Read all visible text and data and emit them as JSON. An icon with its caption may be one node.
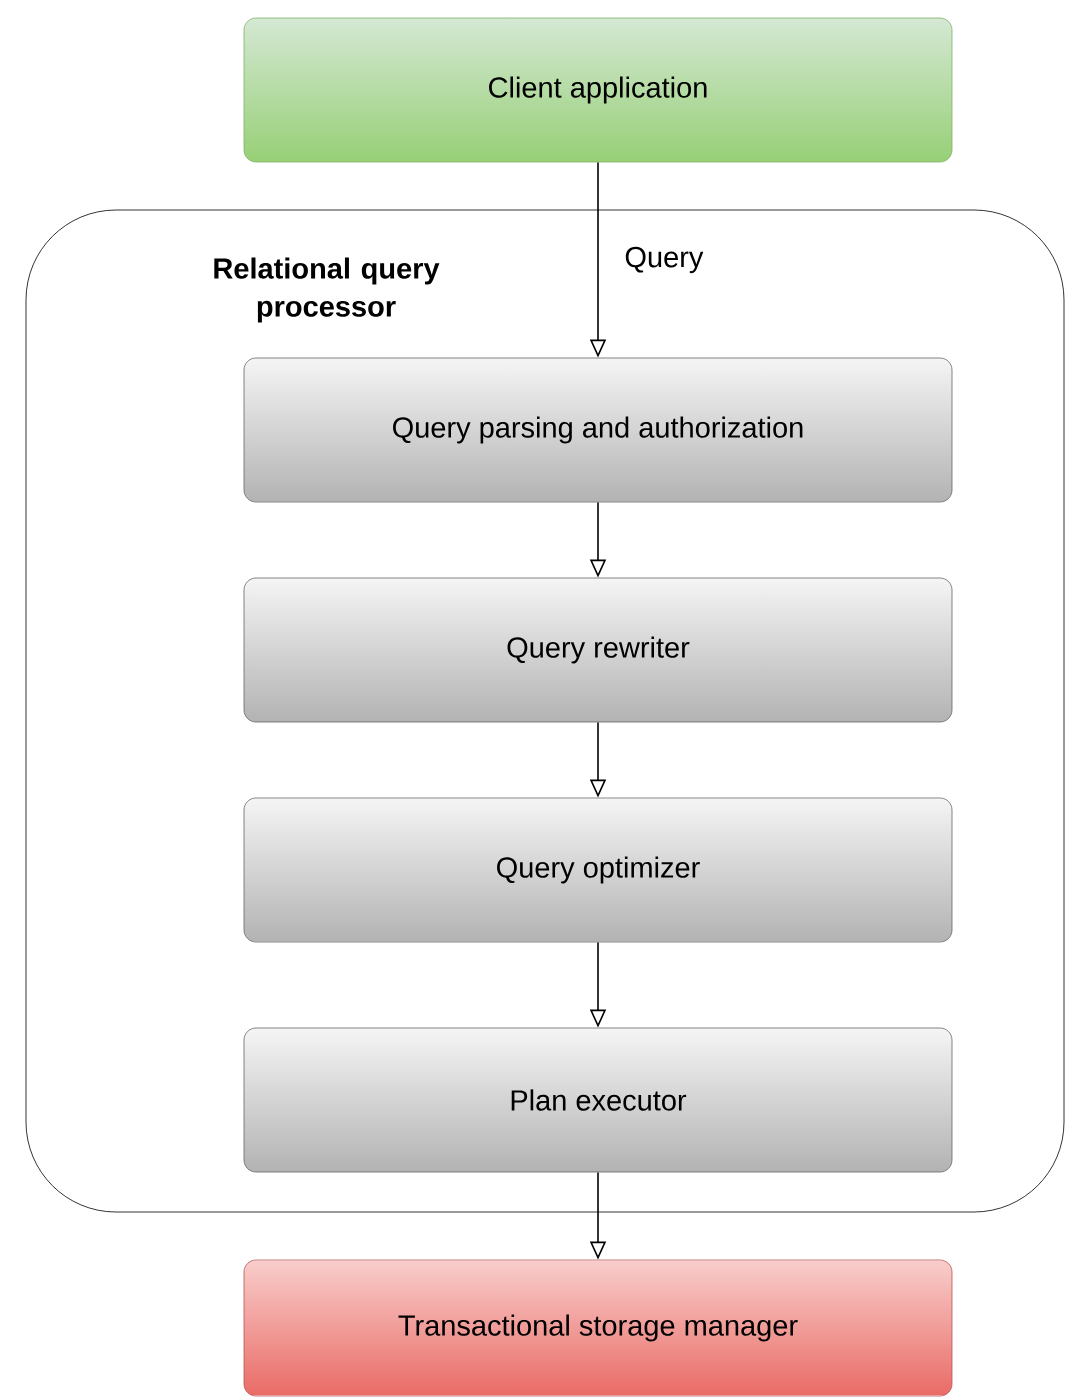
{
  "diagram": {
    "nodes": [
      {
        "text": [
          "Client application"
        ]
      },
      {
        "text": [
          "Relational query processor"
        ]
      },
      {
        "text": [
          "Query parsing and authorization"
        ],
        "in": 1
      },
      {
        "text": [
          "Query rewriter"
        ],
        "in": 1
      },
      {
        "text": [
          "Query optimizer"
        ],
        "in": 1
      },
      {
        "text": [
          "Plan executor"
        ],
        "in": 1
      },
      {
        "text": [
          "Transactional storage manager"
        ]
      }
    ],
    "edges": [
      {
        "from": 0,
        "to": 2,
        "arrow": "to",
        "label": "Query"
      },
      {
        "from": 2,
        "to": 3,
        "arrow": "to"
      },
      {
        "from": 3,
        "to": 4,
        "arrow": "to"
      },
      {
        "from": 4,
        "to": 5,
        "arrow": "to"
      },
      {
        "from": 5,
        "to": 6,
        "arrow": "to"
      }
    ]
  }
}
